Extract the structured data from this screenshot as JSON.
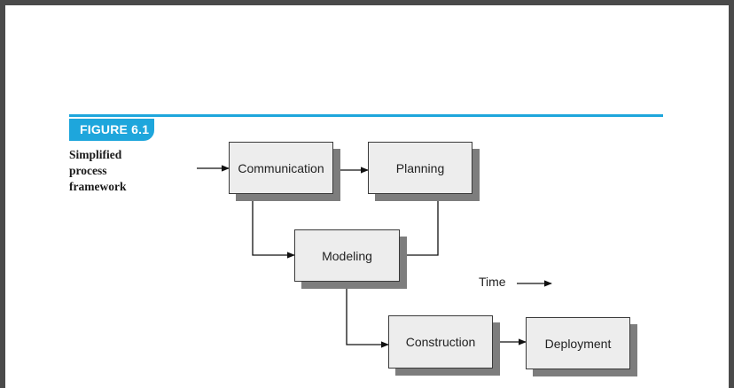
{
  "figure": {
    "label": "FIGURE 6.1",
    "caption": [
      "Simplified",
      "process",
      "framework"
    ]
  },
  "nodes": {
    "communication": "Communication",
    "planning": "Planning",
    "modeling": "Modeling",
    "construction": "Construction",
    "deployment": "Deployment"
  },
  "time_label": "Time",
  "colors": {
    "accent": "#1ea6dc",
    "box_fill": "#ededed",
    "box_shadow": "#7d7d7d"
  }
}
